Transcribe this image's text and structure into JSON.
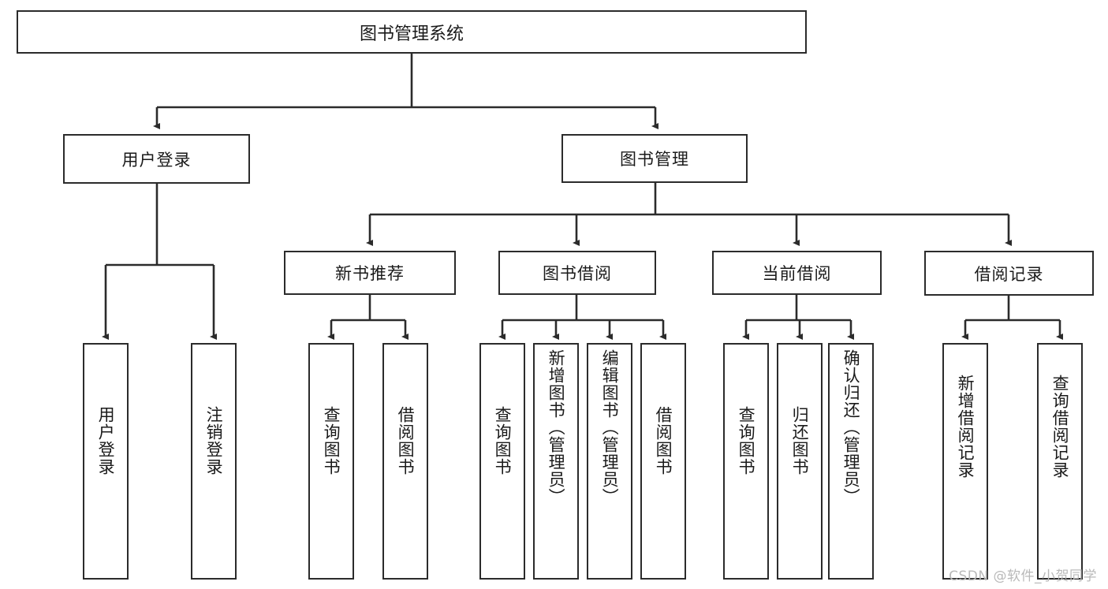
{
  "diagram": {
    "type": "tree-hierarchy",
    "title": "图书管理系统",
    "watermark": "CSDN @软件_小贺同学",
    "colors": {
      "box_border": "#2b2b2b",
      "box_fill": "#ffffff",
      "connector": "#2b2b2b",
      "text": "#1a1a1a",
      "watermark": "#b9b9b9"
    },
    "root": {
      "id": "root",
      "label": "图书管理系统"
    },
    "level2": [
      {
        "id": "user-login",
        "label": "用户登录"
      },
      {
        "id": "book-manage",
        "label": "图书管理"
      }
    ],
    "level3": [
      {
        "id": "new-book-rec",
        "label": "新书推荐"
      },
      {
        "id": "book-borrow",
        "label": "图书借阅"
      },
      {
        "id": "current-borrow",
        "label": "当前借阅"
      },
      {
        "id": "borrow-record",
        "label": "借阅记录"
      }
    ],
    "leaves": {
      "user_login": [
        {
          "id": "leaf-user-login",
          "label": "用户登录"
        },
        {
          "id": "leaf-logout",
          "label": "注销登录"
        }
      ],
      "new_book_rec": [
        {
          "id": "leaf-query-book-1",
          "label": "查询图书"
        },
        {
          "id": "leaf-borrow-book-1",
          "label": "借阅图书"
        }
      ],
      "book_borrow": [
        {
          "id": "leaf-query-book-2",
          "label": "查询图书"
        },
        {
          "id": "leaf-add-book",
          "label": "新增图书（管理员）"
        },
        {
          "id": "leaf-edit-book",
          "label": "编辑图书（管理员）"
        },
        {
          "id": "leaf-borrow-book-2",
          "label": "借阅图书"
        }
      ],
      "current_borrow": [
        {
          "id": "leaf-query-book-3",
          "label": "查询图书"
        },
        {
          "id": "leaf-return-book",
          "label": "归还图书"
        },
        {
          "id": "leaf-confirm-return",
          "label": "确认归还（管理员）"
        }
      ],
      "borrow_record": [
        {
          "id": "leaf-add-record",
          "label": "新增借阅记录"
        },
        {
          "id": "leaf-query-record",
          "label": "查询借阅记录"
        }
      ]
    }
  }
}
